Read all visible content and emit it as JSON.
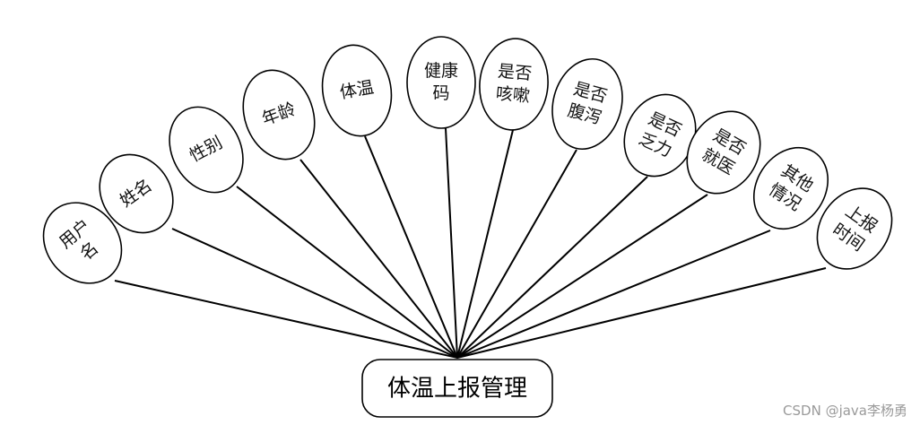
{
  "entity": "体温上报管理",
  "attributes": [
    [
      "用户",
      "名"
    ],
    [
      "姓名"
    ],
    [
      "性别"
    ],
    [
      "年龄"
    ],
    [
      "体温"
    ],
    [
      "健康",
      "码"
    ],
    [
      "是否",
      "咳嗽"
    ],
    [
      "是否",
      "腹泻"
    ],
    [
      "是否",
      "乏力"
    ],
    [
      "是否",
      "就医"
    ],
    [
      "其他",
      "情况"
    ],
    [
      "上报",
      "时间"
    ]
  ],
  "watermark": "CSDN @java李杨勇"
}
